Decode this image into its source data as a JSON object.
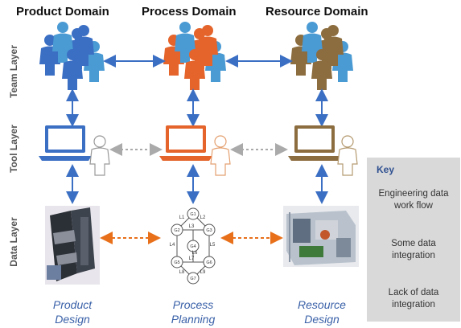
{
  "domains": {
    "product": "Product Domain",
    "process": "Process Domain",
    "resource": "Resource Domain"
  },
  "layers": {
    "team": "Team Layer",
    "tool": "Tool Layer",
    "data": "Data Layer"
  },
  "captions": {
    "product": [
      "Product",
      "Design"
    ],
    "process": [
      "Process",
      "Planning"
    ],
    "resource": [
      "Resource",
      "Design"
    ]
  },
  "key": {
    "title": "Key",
    "engineering_flow": [
      "Engineering data",
      "work flow"
    ],
    "some_integration": [
      "Some data",
      "integration"
    ],
    "lack_integration": [
      "Lack of data",
      "integration"
    ]
  },
  "graph_nodes": [
    "G1",
    "G2",
    "G3",
    "G4",
    "G5",
    "G6",
    "G7"
  ],
  "graph_edges": [
    "L1",
    "L2",
    "L3",
    "L4",
    "L5",
    "L6",
    "L7",
    "L8",
    "L9"
  ],
  "colors": {
    "product": "#3b6fc4",
    "process": "#e4642b",
    "resource": "#8c6d3f",
    "light_blue": "#4a9ad4",
    "flow_arrow": "#3b6fc4",
    "some_arrow": "#aaaaaa",
    "lack_arrow": "#e8701a",
    "caption": "#3a61a8"
  }
}
